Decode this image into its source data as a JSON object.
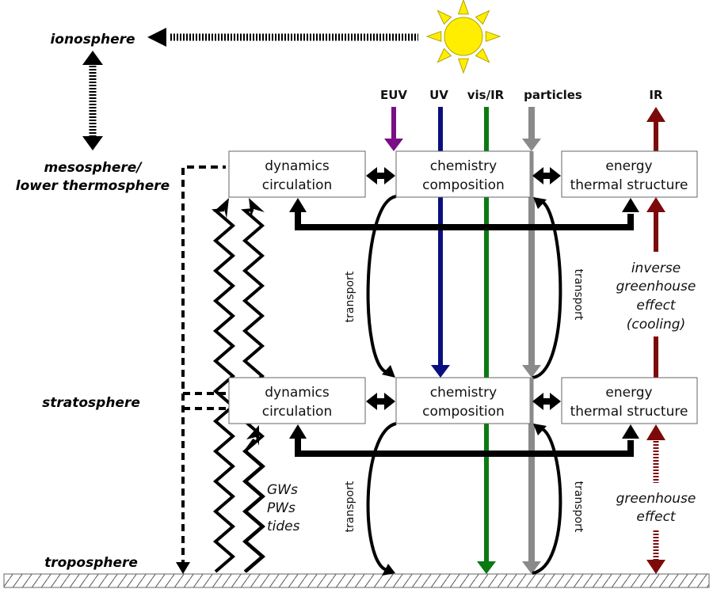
{
  "title": "Atmospheric coupling diagram",
  "layers": {
    "ionosphere": "ionosphere",
    "mlt_line1": "mesosphere/",
    "mlt_line2": "lower thermosphere",
    "stratosphere": "stratosphere",
    "troposphere": "troposphere"
  },
  "sources": {
    "euv": "EUV",
    "uv": "UV",
    "visir": "vis/IR",
    "particles": "particles",
    "ir": "IR"
  },
  "boxes": {
    "dynamics": [
      "dynamics",
      "circulation"
    ],
    "chemistry": [
      "chemistry",
      "composition"
    ],
    "energy": [
      "energy",
      "thermal structure"
    ]
  },
  "labels": {
    "transport": "transport",
    "inverse_greenhouse": [
      "inverse",
      "greenhouse",
      "effect",
      "(cooling)"
    ],
    "greenhouse": [
      "greenhouse",
      "effect"
    ],
    "waves": [
      "GWs",
      "PWs",
      "tides"
    ]
  },
  "colors": {
    "euv": "#7a0f86",
    "uv": "#0a0f7f",
    "visir": "#0a7a12",
    "particles": "#8a8a8a",
    "ir": "#7d0a0a",
    "sun_fill": "#ffee00",
    "sun_stroke": "#b5a400"
  }
}
